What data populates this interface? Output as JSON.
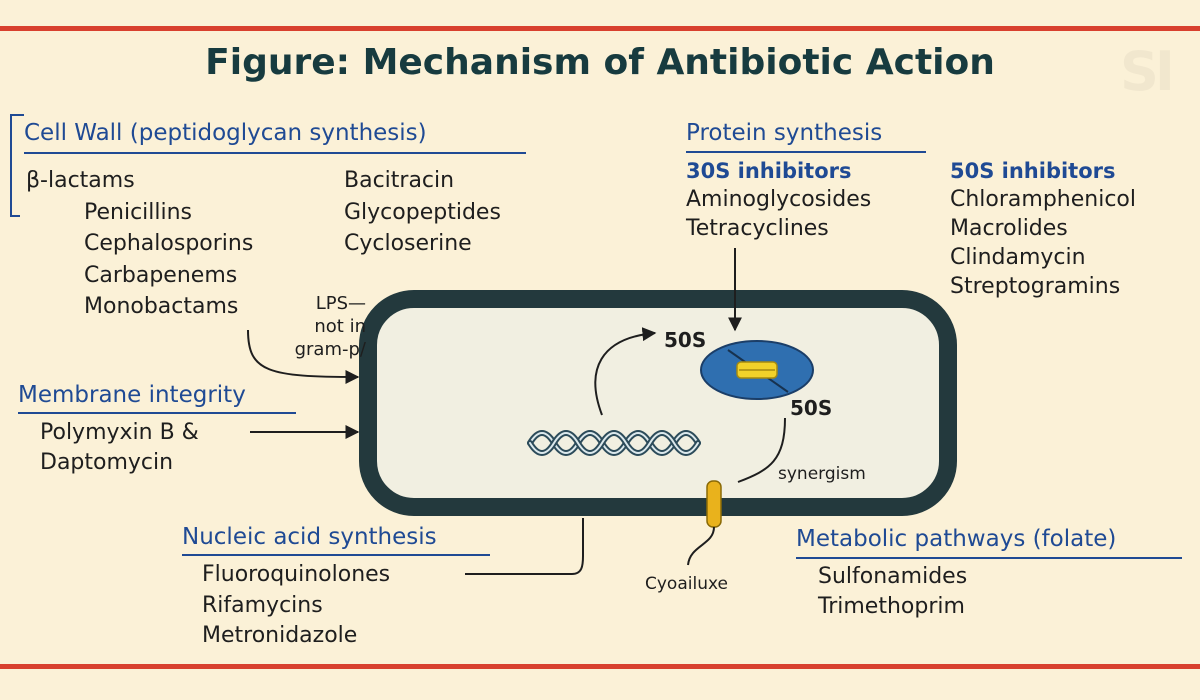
{
  "title": "Figure: Mechanism of Antibiotic Action",
  "cell_wall": {
    "heading": "Cell Wall (peptidoglycan synthesis)",
    "beta_lactams": "β-lactams",
    "beta_items": [
      "Penicillins",
      "Cephalosporins",
      "Carbapenems",
      "Monobactams"
    ],
    "other_items": [
      "Bacitracin",
      "Glycopeptides",
      "Cycloserine"
    ]
  },
  "lps_note": [
    "LPS—",
    "not in",
    "gram-p/"
  ],
  "membrane": {
    "heading": "Membrane integrity",
    "items": [
      "Polymyxin B &",
      "Daptomycin"
    ]
  },
  "protein": {
    "heading": "Protein synthesis",
    "s30_heading": "30S inhibitors",
    "s30_items": [
      "Aminoglycosides",
      "Tetracyclines"
    ],
    "s50_heading": "50S inhibitors",
    "s50_items": [
      "Chloramphenicol",
      "Macrolides",
      "Clindamycin",
      "Streptogramins"
    ]
  },
  "nucleic": {
    "heading": "Nucleic acid synthesis",
    "items": [
      "Fluoroquinolones",
      "Rifamycins",
      "Metronidazole"
    ]
  },
  "metabolic": {
    "heading": "Metabolic pathways (folate)",
    "items": [
      "Sulfonamides",
      "Trimethoprim"
    ]
  },
  "cell": {
    "ribosome_label_top": "50S",
    "ribosome_label_bottom": "50S",
    "synergism": "synergism",
    "channel_label": "Cyoailuxe"
  },
  "colors": {
    "heading_blue": "#1f4a94",
    "cell_border": "#23393d",
    "cell_fill": "#f1efe1",
    "ribosome": "#2f6fb0",
    "drug": "#f2d22a",
    "channel": "#e9b21c",
    "rule": "#d8402e"
  }
}
